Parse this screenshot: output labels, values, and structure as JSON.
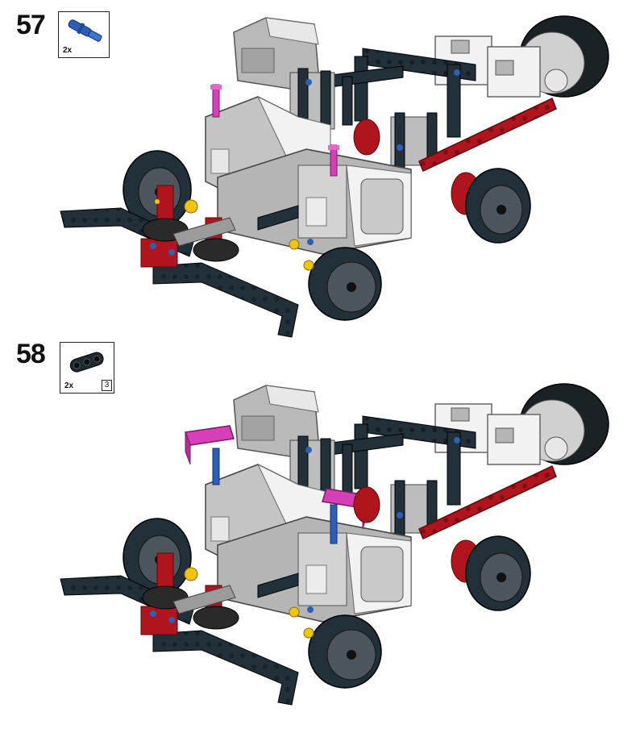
{
  "steps": [
    {
      "number": "57",
      "parts": [
        {
          "qty": "2x",
          "icon": "blue-axle-pin-icon",
          "color": "#2c5fb5"
        }
      ]
    },
    {
      "number": "58",
      "parts": [
        {
          "qty": "2x",
          "length_label": "3",
          "icon": "dark-beam-3-icon",
          "color": "#1f2a30"
        }
      ]
    }
  ],
  "colors": {
    "dark_bluish": "#22303a",
    "light_gray": "#a9acab",
    "white": "#f2f2f2",
    "red": "#b0141c",
    "magenta": "#d63fb8",
    "yellow": "#f1c40f",
    "blue": "#2c5fb5"
  }
}
